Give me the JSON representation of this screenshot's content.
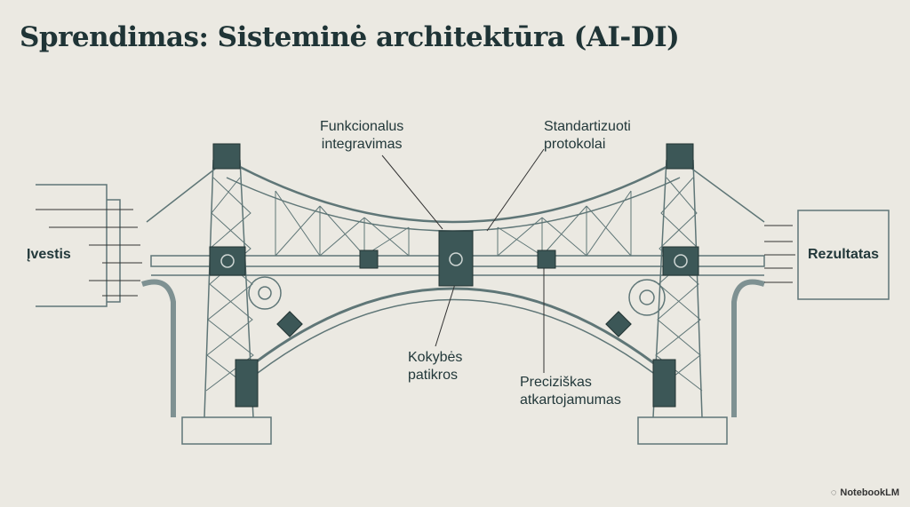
{
  "title": "Sprendimas: Sisteminė architektūra (AI-DI)",
  "labels": {
    "input": "Įvestis",
    "output": "Rezultatas",
    "functional_integration": [
      "Funkcionalus",
      "integravimas"
    ],
    "standard_protocols": [
      "Standartizuoti",
      "protokolai"
    ],
    "quality_checks": [
      "Kokybės",
      "patikros"
    ],
    "precise_repeatability": [
      "Preciziškas",
      "atkartojamumas"
    ]
  },
  "brand": "NotebookLM",
  "colors": {
    "background": "#ebe9e2",
    "ink": "#2f4a4b",
    "line": "#5f7677"
  }
}
